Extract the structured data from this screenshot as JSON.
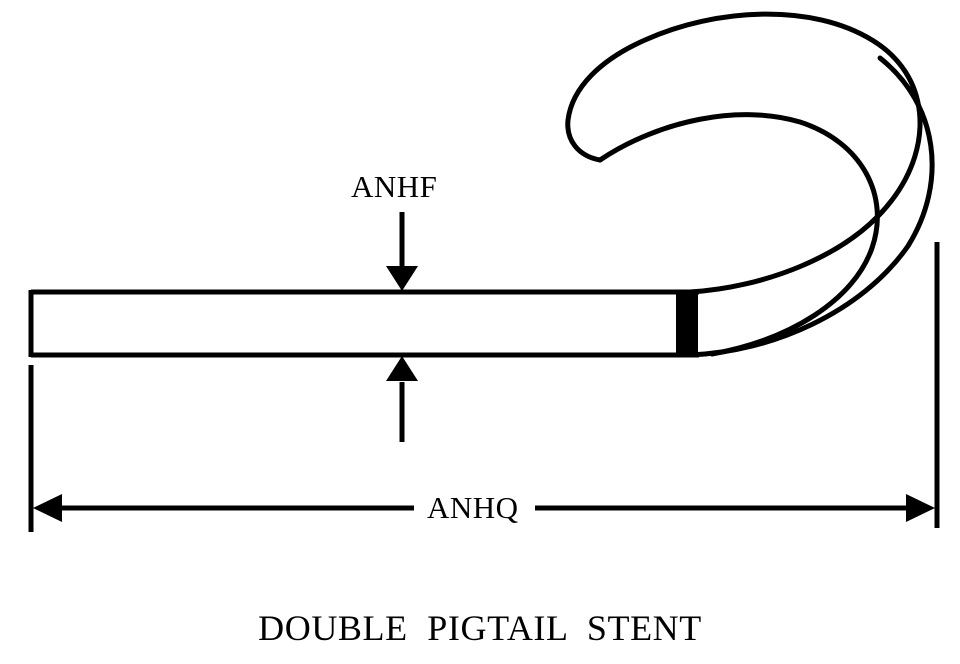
{
  "figure": {
    "caption": "DOUBLE  PIGTAIL  STENT",
    "background_color": "#ffffff",
    "line_color": "#000000"
  },
  "callouts": {
    "thickness_label": "ANHF",
    "length_label": "ANHQ"
  },
  "parts": {
    "shaft_name": "stent-shaft",
    "band_name": "radiopaque-band",
    "curl_name": "pigtail-curl"
  },
  "chart_data": {
    "type": "diagram",
    "title": "DOUBLE  PIGTAIL  STENT",
    "annotations": [
      {
        "label": "ANHF",
        "measures": "shaft wall thickness",
        "orientation": "vertical"
      },
      {
        "label": "ANHQ",
        "measures": "overall length",
        "orientation": "horizontal"
      }
    ]
  }
}
